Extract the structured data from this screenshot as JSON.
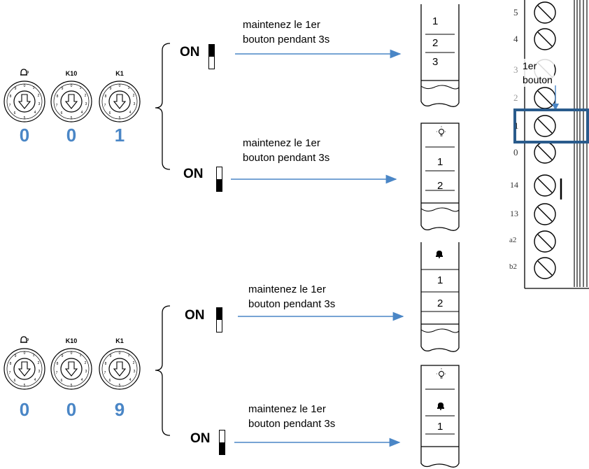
{
  "dial_labels": [
    "△)",
    "K10",
    "K1"
  ],
  "groups": [
    {
      "digits": [
        "0",
        "0",
        "1"
      ]
    },
    {
      "digits": [
        "0",
        "0",
        "9"
      ]
    }
  ],
  "switch_label": "ON",
  "instruction": {
    "line1": "maintenez le 1er",
    "line2": "bouton pendant 3s"
  },
  "cards": [
    [
      "1",
      "2",
      "3"
    ],
    [
      "bulb-icon",
      "1",
      "2"
    ],
    [
      "bell-icon",
      "1",
      "2"
    ],
    [
      "bulb-icon",
      "bell-icon",
      "1"
    ]
  ],
  "terminal": {
    "labels": [
      "5",
      "4",
      "3",
      "2",
      "1",
      "0",
      "14",
      "13",
      "a2",
      "b2"
    ],
    "callout_line1": "1er",
    "callout_line2": "bouton"
  },
  "colors": {
    "accent": "#4a86c6",
    "highlight": "#2a5b8c"
  }
}
